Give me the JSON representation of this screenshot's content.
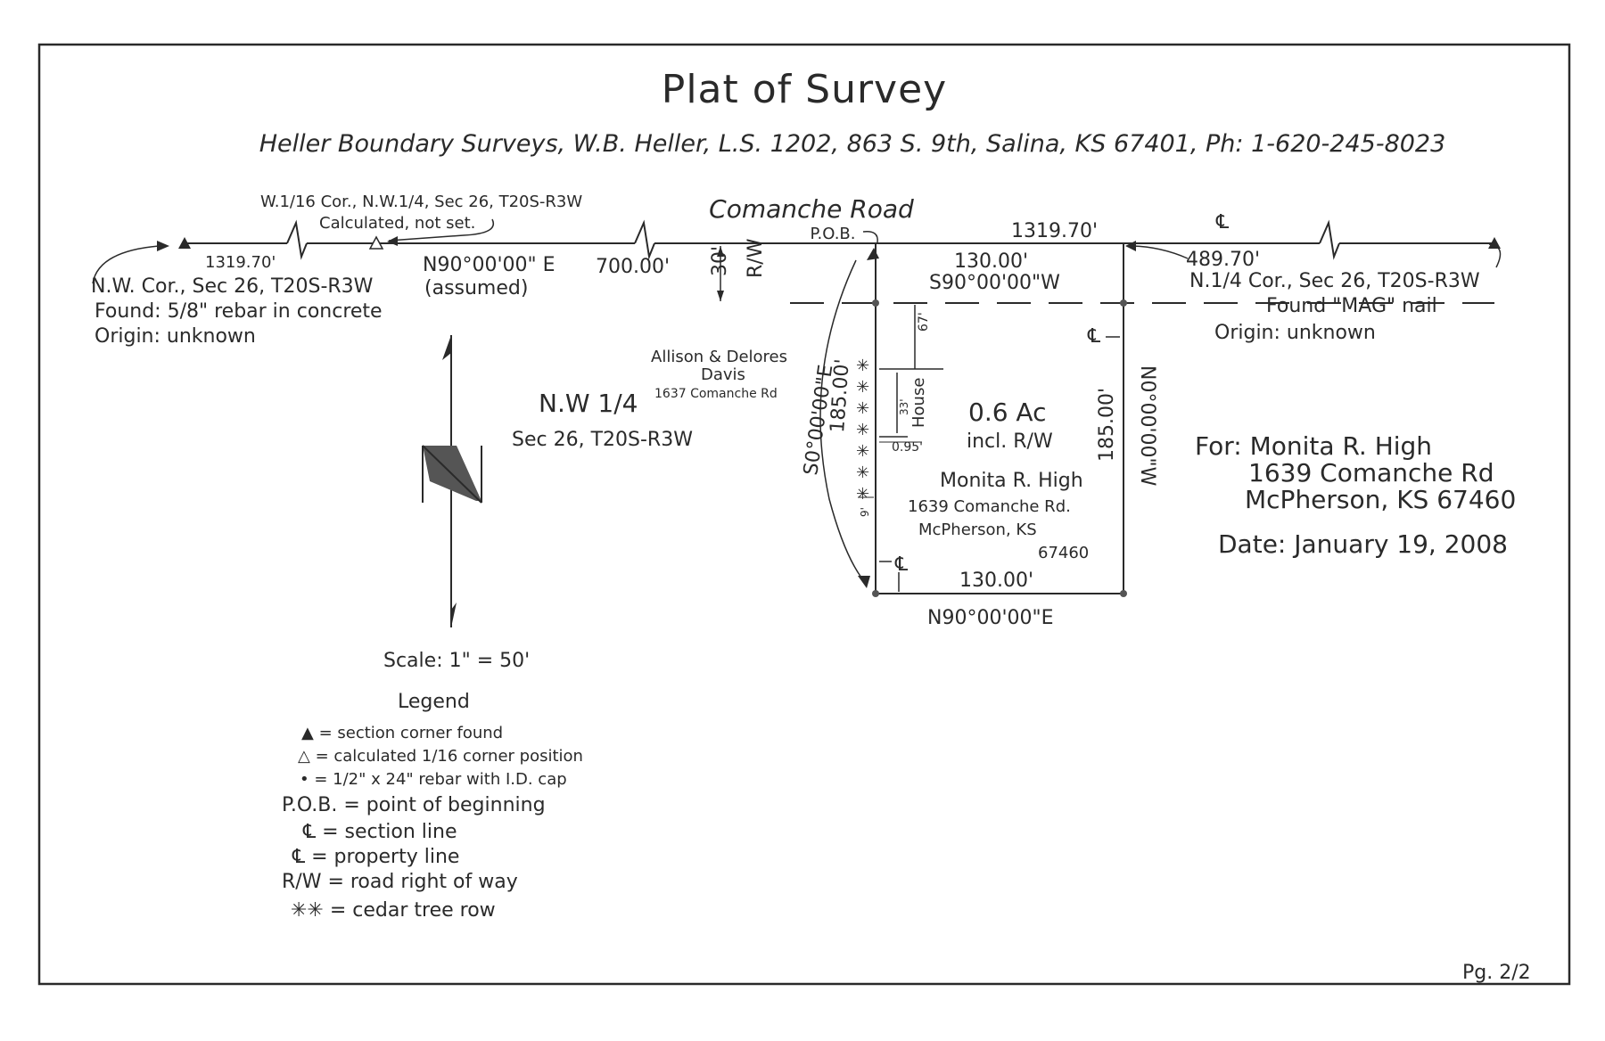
{
  "title": "Plat of Survey",
  "surveyor_line": "Heller Boundary Surveys, W.B. Heller, L.S. 1202, 863 S. 9th, Salina, KS 67401, Ph: 1-620-245-8023",
  "road": {
    "name": "Comanche Road",
    "pob": "P.O.B.",
    "dist_left": "1319.70'",
    "dist_right": "1319.70'",
    "dist_700": "700.00'",
    "dist_489": "489.70'",
    "bearing_road": "N90°00'00\" E",
    "bearing_road_note": "(assumed)",
    "row_width": "30'",
    "row_label": "R/W",
    "cl_symbol": "℄"
  },
  "corners": {
    "w116_line1": "W.1/16 Cor., N.W.1/4, Sec 26, T20S-R3W",
    "w116_line2": "Calculated, not set.",
    "nw_line1": "N.W. Cor., Sec 26, T20S-R3W",
    "nw_line2": "Found: 5/8\" rebar in concrete",
    "nw_line3": "Origin: unknown",
    "n14_line1": "N.1/4 Cor., Sec 26, T20S-R3W",
    "n14_line2": "Found \"MAG\" nail",
    "n14_line3": "Origin: unknown"
  },
  "parcel": {
    "north_dist": "130.00'",
    "north_bearing": "S90°00'00\"W",
    "west_bearing": "S0°00'00\"E",
    "west_dist": "185.00'",
    "east_dist": "185.00'",
    "east_bearing": "N0°00'00\"W",
    "south_dist": "130.00'",
    "south_bearing": "N90°00'00\"E",
    "area_line1": "0.6 Ac",
    "area_line2": "incl. R/W",
    "dim_67": "67'",
    "dim_33": "33'",
    "house_label": "House",
    "dim_095": "0.95'",
    "dim_9": "9'",
    "pl_symbol": "℄",
    "owner_line1": "Monita R. High",
    "owner_line2": "1639 Comanche Rd.",
    "owner_line3": "McPherson, KS",
    "owner_line4": "67460"
  },
  "neighbor": {
    "line1": "Allison & Delores",
    "line2": "Davis",
    "line3": "1637 Comanche Rd"
  },
  "quarter": {
    "line1": "N.W 1/4",
    "line2": "Sec 26, T20S-R3W"
  },
  "client": {
    "line1": "For: Monita R. High",
    "line2": "1639 Comanche Rd",
    "line3": "McPherson, KS 67460",
    "date": "Date: January 19, 2008"
  },
  "scale": "Scale: 1\" = 50'",
  "legend": {
    "title": "Legend",
    "items": [
      "▲ = section corner found",
      "△ = calculated 1/16 corner position",
      "• = 1/2\" x 24\" rebar with I.D. cap",
      "P.O.B. = point of beginning",
      "℄ = section line",
      "℄ = property line",
      "R/W = road right of way",
      "✳✳ = cedar tree row"
    ]
  },
  "page": "Pg. 2/2"
}
